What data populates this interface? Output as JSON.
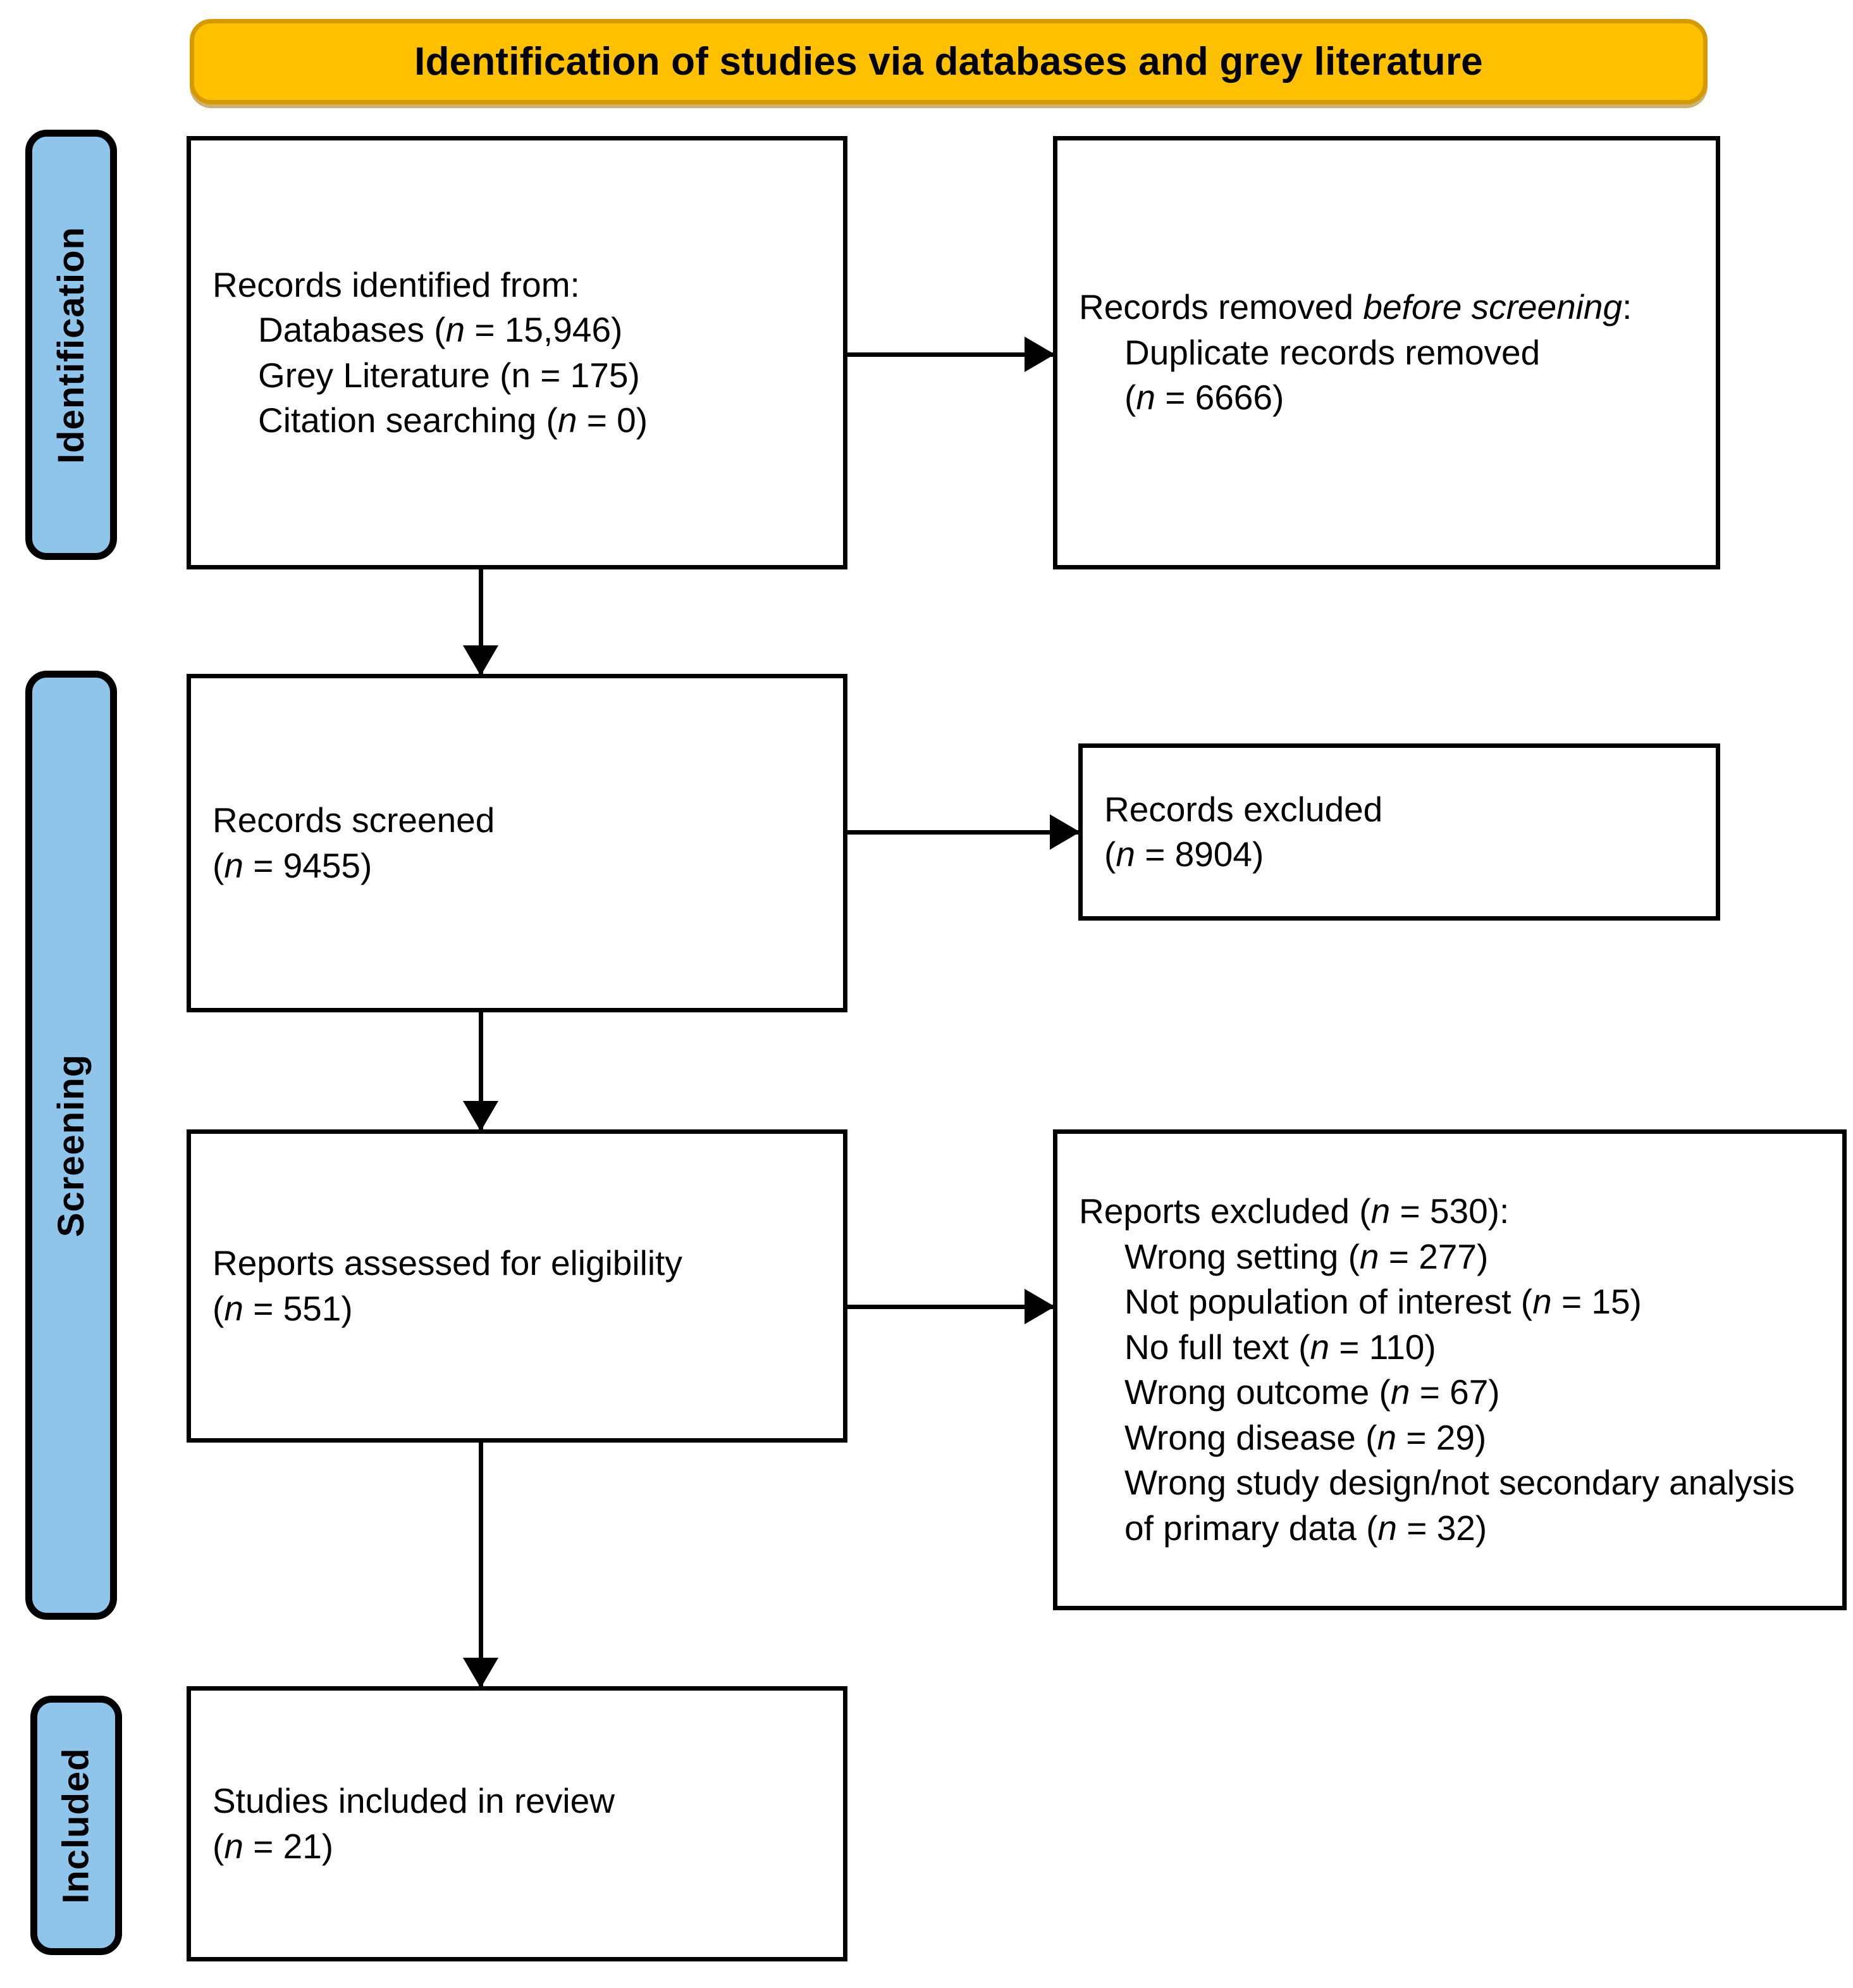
{
  "header": {
    "title": "Identification of studies via databases and grey literature",
    "fill_color": "#FFC000",
    "border_color": "#D49A00"
  },
  "stages": {
    "color": "#8FC5EA",
    "identification": "Identification",
    "screening": "Screening",
    "included": "Included"
  },
  "boxes": {
    "identified": {
      "heading": "Records identified from:",
      "items": [
        "Databases (n = 15,946)",
        "Grey Literature (n = 175)",
        "Citation searching (n = 0)"
      ]
    },
    "removed_before_screening": {
      "heading_prefix": "Records removed ",
      "heading_italic": "before screening",
      "heading_suffix": ":",
      "item": "Duplicate records removed",
      "count": "(n = 6666)"
    },
    "records_screened": {
      "label": "Records screened",
      "count": "(n = 9455)"
    },
    "records_excluded": {
      "label": "Records excluded",
      "count": "(n = 8904)"
    },
    "reports_eligibility": {
      "label": "Reports assessed for eligibility",
      "count": "(n = 551)"
    },
    "reports_excluded": {
      "heading": "Reports excluded (n = 530):",
      "reasons": [
        "Wrong setting (n = 277)",
        "Not population of interest (n = 15)",
        "No full text (n = 110)",
        "Wrong outcome (n = 67)",
        "Wrong disease (n = 29)",
        "Wrong study design/not secondary analysis of primary data (n = 32)"
      ]
    },
    "studies_included": {
      "label": "Studies included in review",
      "count": "(n = 21)"
    }
  },
  "chart_data": {
    "type": "diagram",
    "diagram_kind": "PRISMA 2020 flow diagram",
    "title": "Identification of studies via databases and grey literature",
    "stages": [
      "Identification",
      "Screening",
      "Included"
    ],
    "nodes": [
      {
        "id": "identified",
        "stage": "Identification",
        "label": "Records identified from",
        "values": {
          "Databases": 15946,
          "Grey Literature": 175,
          "Citation searching": 0
        }
      },
      {
        "id": "removed_before_screening",
        "stage": "Identification",
        "label": "Records removed before screening",
        "values": {
          "Duplicate records removed": 6666
        }
      },
      {
        "id": "records_screened",
        "stage": "Screening",
        "label": "Records screened",
        "n": 9455
      },
      {
        "id": "records_excluded",
        "stage": "Screening",
        "label": "Records excluded",
        "n": 8904
      },
      {
        "id": "reports_eligibility",
        "stage": "Screening",
        "label": "Reports assessed for eligibility",
        "n": 551
      },
      {
        "id": "reports_excluded",
        "stage": "Screening",
        "label": "Reports excluded",
        "n": 530,
        "values": {
          "Wrong setting": 277,
          "Not population of interest": 15,
          "No full text": 110,
          "Wrong outcome": 67,
          "Wrong disease": 29,
          "Wrong study design/not secondary analysis of primary data": 32
        }
      },
      {
        "id": "studies_included",
        "stage": "Included",
        "label": "Studies included in review",
        "n": 21
      }
    ],
    "edges": [
      {
        "from": "identified",
        "to": "removed_before_screening"
      },
      {
        "from": "identified",
        "to": "records_screened"
      },
      {
        "from": "records_screened",
        "to": "records_excluded"
      },
      {
        "from": "records_screened",
        "to": "reports_eligibility"
      },
      {
        "from": "reports_eligibility",
        "to": "reports_excluded"
      },
      {
        "from": "reports_eligibility",
        "to": "studies_included"
      }
    ]
  }
}
